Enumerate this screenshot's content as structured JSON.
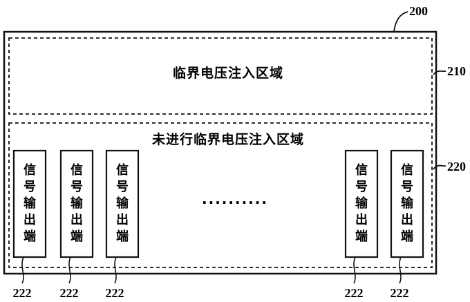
{
  "figure": {
    "substrate_ref": "200",
    "critical_region": {
      "label": "临界电压注入区域",
      "ref": "210"
    },
    "non_critical_region": {
      "label": "未进行临界电压注入区域",
      "ref": "220"
    },
    "terminals": [
      {
        "chars": [
          "信",
          "号",
          "输",
          "出",
          "端"
        ],
        "ref": "222"
      },
      {
        "chars": [
          "信",
          "号",
          "输",
          "出",
          "端"
        ],
        "ref": "222"
      },
      {
        "chars": [
          "信",
          "号",
          "输",
          "出",
          "端"
        ],
        "ref": "222"
      },
      {
        "chars": [
          "信",
          "号",
          "输",
          "出",
          "端"
        ],
        "ref": "222"
      },
      {
        "chars": [
          "信",
          "号",
          "输",
          "出",
          "端"
        ],
        "ref": "222"
      }
    ],
    "ellipsis": "··········"
  }
}
